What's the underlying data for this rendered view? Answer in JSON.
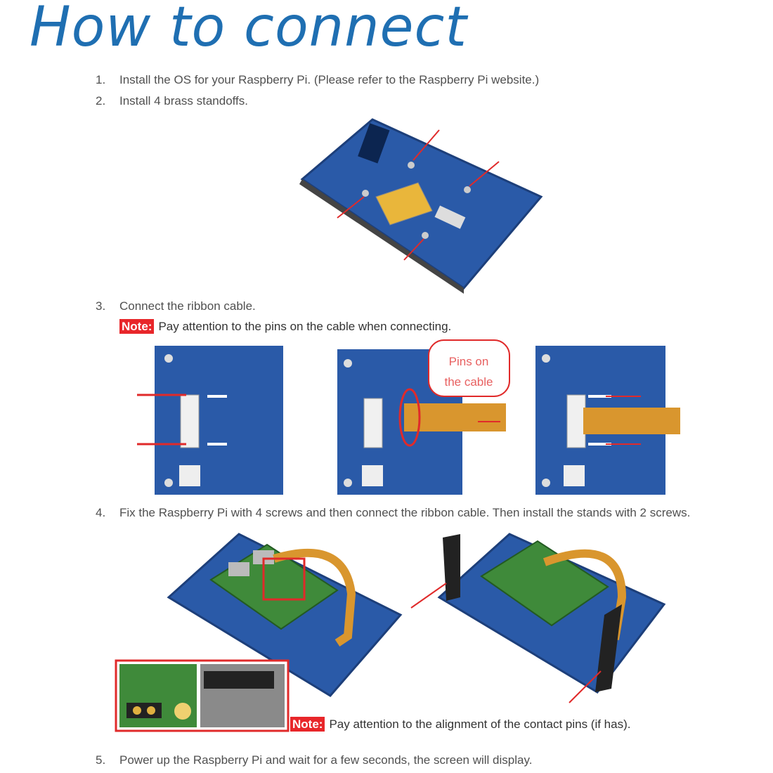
{
  "title": "How to connect",
  "steps": [
    {
      "num": "1.",
      "text": "Install the OS for your Raspberry Pi. (Please refer to the Raspberry Pi website.)"
    },
    {
      "num": "2.",
      "text": "Install 4 brass standoffs."
    },
    {
      "num": "3.",
      "text": "Connect the ribbon cable."
    },
    {
      "num": "4.",
      "text": "Fix the Raspberry Pi with 4 screws and then connect the ribbon cable. Then install the stands with 2 screws."
    },
    {
      "num": "5.",
      "text": "Power up the Raspberry Pi and wait for a few seconds, the screen will display."
    }
  ],
  "notes": {
    "tag": "Note:",
    "ribbon": "Pay attention to the pins on the cable when connecting.",
    "contact": "Pay attention to the alignment of the contact pins (if has)."
  },
  "callout": {
    "line1": "Pins on",
    "line2": "the cable"
  },
  "colors": {
    "title": "#1f6fb2",
    "board": "#2a5aa8",
    "board_dark": "#1d3f7a",
    "arrow": "#e02a2a",
    "note_bg": "#e8262a",
    "cable": "#d9962e"
  }
}
